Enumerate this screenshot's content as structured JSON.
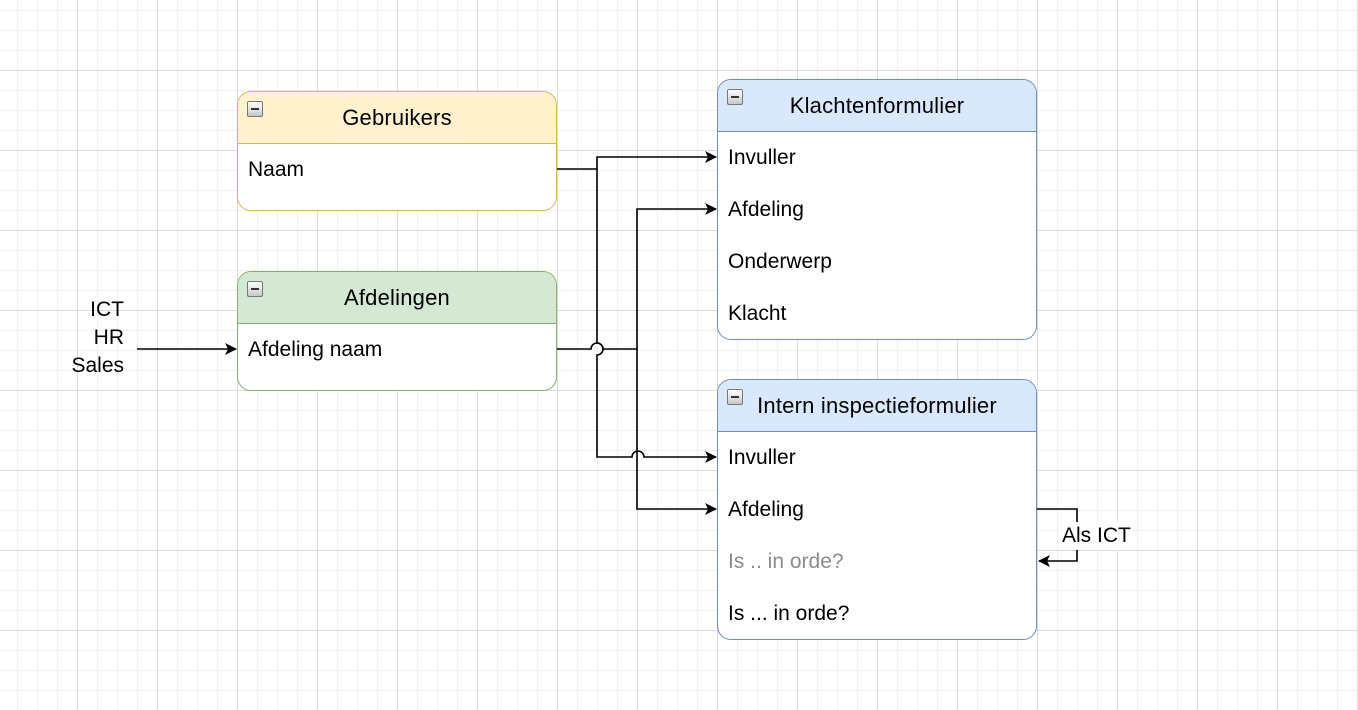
{
  "entities": {
    "gebruikers": {
      "title": "Gebruikers",
      "rows": [
        "Naam"
      ]
    },
    "afdelingen": {
      "title": "Afdelingen",
      "rows": [
        "Afdeling naam"
      ]
    },
    "klachtenformulier": {
      "title": "Klachtenformulier",
      "rows": [
        "Invuller",
        "Afdeling",
        "Onderwerp",
        "Klacht"
      ]
    },
    "inspectieformulier": {
      "title": "Intern inspectieformulier",
      "rows": [
        "Invuller",
        "Afdeling",
        "Is .. in orde?",
        "Is ... in orde?"
      ]
    }
  },
  "departments_list": [
    "ICT",
    "HR",
    "Sales"
  ],
  "edge_label": "Als ICT",
  "colors": {
    "gebruikers_fill": "#fff2cc",
    "gebruikers_stroke": "#d6b656",
    "afdelingen_fill": "#d5e8d4",
    "afdelingen_stroke": "#82b366",
    "form_fill": "#dae8fc",
    "form_stroke": "#6c8ebf",
    "muted_text": "#8c8c8c"
  }
}
